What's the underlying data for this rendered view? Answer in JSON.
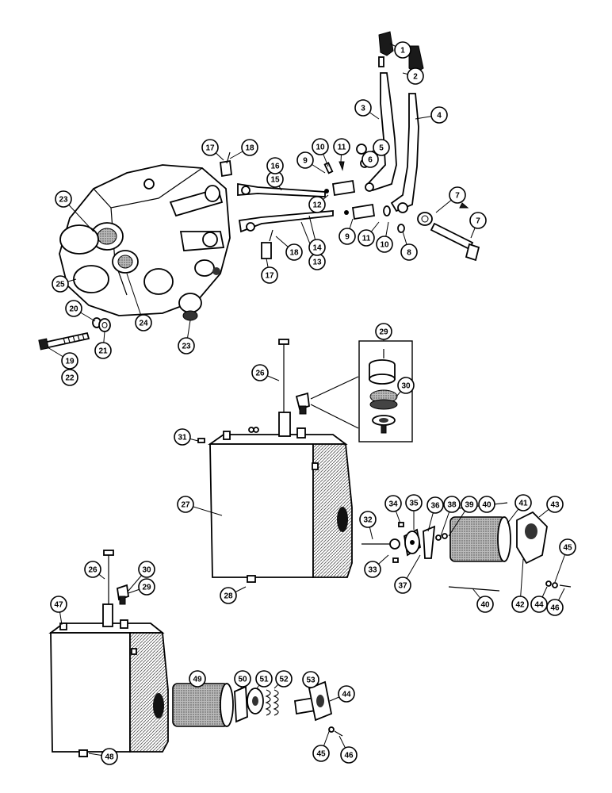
{
  "callouts": [
    {
      "id": "c1",
      "label": "1"
    },
    {
      "id": "c2",
      "label": "2"
    },
    {
      "id": "c3",
      "label": "3"
    },
    {
      "id": "c4",
      "label": "4"
    },
    {
      "id": "c5",
      "label": "5"
    },
    {
      "id": "c6",
      "label": "6"
    },
    {
      "id": "c7a",
      "label": "7"
    },
    {
      "id": "c7b",
      "label": "7"
    },
    {
      "id": "c8",
      "label": "8"
    },
    {
      "id": "c9a",
      "label": "9"
    },
    {
      "id": "c9b",
      "label": "9"
    },
    {
      "id": "c10a",
      "label": "10"
    },
    {
      "id": "c10b",
      "label": "10"
    },
    {
      "id": "c11a",
      "label": "11"
    },
    {
      "id": "c11b",
      "label": "11"
    },
    {
      "id": "c12",
      "label": "12"
    },
    {
      "id": "c13",
      "label": "13"
    },
    {
      "id": "c14",
      "label": "14"
    },
    {
      "id": "c15",
      "label": "15"
    },
    {
      "id": "c16",
      "label": "16"
    },
    {
      "id": "c17a",
      "label": "17"
    },
    {
      "id": "c17b",
      "label": "17"
    },
    {
      "id": "c18a",
      "label": "18"
    },
    {
      "id": "c18b",
      "label": "18"
    },
    {
      "id": "c19",
      "label": "19"
    },
    {
      "id": "c20",
      "label": "20"
    },
    {
      "id": "c21",
      "label": "21"
    },
    {
      "id": "c22",
      "label": "22"
    },
    {
      "id": "c23a",
      "label": "23"
    },
    {
      "id": "c23b",
      "label": "23"
    },
    {
      "id": "c24",
      "label": "24"
    },
    {
      "id": "c25",
      "label": "25"
    },
    {
      "id": "c26a",
      "label": "26"
    },
    {
      "id": "c26b",
      "label": "26"
    },
    {
      "id": "c27",
      "label": "27"
    },
    {
      "id": "c28",
      "label": "28"
    },
    {
      "id": "c29a",
      "label": "29"
    },
    {
      "id": "c29b",
      "label": "29"
    },
    {
      "id": "c30a",
      "label": "30"
    },
    {
      "id": "c30b",
      "label": "30"
    },
    {
      "id": "c31",
      "label": "31"
    },
    {
      "id": "c32",
      "label": "32"
    },
    {
      "id": "c33",
      "label": "33"
    },
    {
      "id": "c34",
      "label": "34"
    },
    {
      "id": "c35",
      "label": "35"
    },
    {
      "id": "c36",
      "label": "36"
    },
    {
      "id": "c37",
      "label": "37"
    },
    {
      "id": "c38",
      "label": "38"
    },
    {
      "id": "c39",
      "label": "39"
    },
    {
      "id": "c40a",
      "label": "40"
    },
    {
      "id": "c40b",
      "label": "40"
    },
    {
      "id": "c41",
      "label": "41"
    },
    {
      "id": "c42",
      "label": "42"
    },
    {
      "id": "c43",
      "label": "43"
    },
    {
      "id": "c44a",
      "label": "44"
    },
    {
      "id": "c44b",
      "label": "44"
    },
    {
      "id": "c45a",
      "label": "45"
    },
    {
      "id": "c45b",
      "label": "45"
    },
    {
      "id": "c46a",
      "label": "46"
    },
    {
      "id": "c46b",
      "label": "46"
    },
    {
      "id": "c47",
      "label": "47"
    },
    {
      "id": "c48",
      "label": "48"
    },
    {
      "id": "c49",
      "label": "49"
    },
    {
      "id": "c50",
      "label": "50"
    },
    {
      "id": "c51",
      "label": "51"
    },
    {
      "id": "c52",
      "label": "52"
    },
    {
      "id": "c53",
      "label": "53"
    }
  ]
}
